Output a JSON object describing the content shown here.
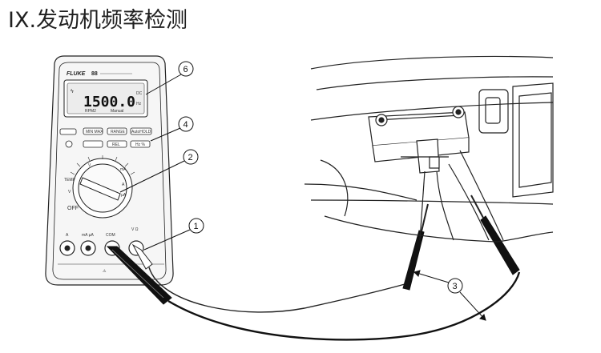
{
  "title": "IX.发动机频率检测",
  "meter": {
    "brand": "FLUKE",
    "model": "88",
    "display_value": "1500.0",
    "display_unit_top": "DC",
    "display_unit_bottom": "Hz",
    "rpm_label": "RPM2",
    "manual_label": "Manual",
    "btn_minmax": "MIN MAX",
    "btn_range": "RANGE",
    "btn_autohold": "AutoHOLD",
    "btn_rel": "REL",
    "btn_hz": "Hz %",
    "port_a": "A",
    "port_ma": "mA µA",
    "port_com": "COM",
    "port_v": "V Ω",
    "off_label": "OFF"
  },
  "callouts": [
    "6",
    "4",
    "2",
    "1",
    "3"
  ],
  "colors": {
    "line": "#1a1a1a",
    "meter_body": "#f4f4f4",
    "lcd_bg": "#e8e8e8"
  }
}
